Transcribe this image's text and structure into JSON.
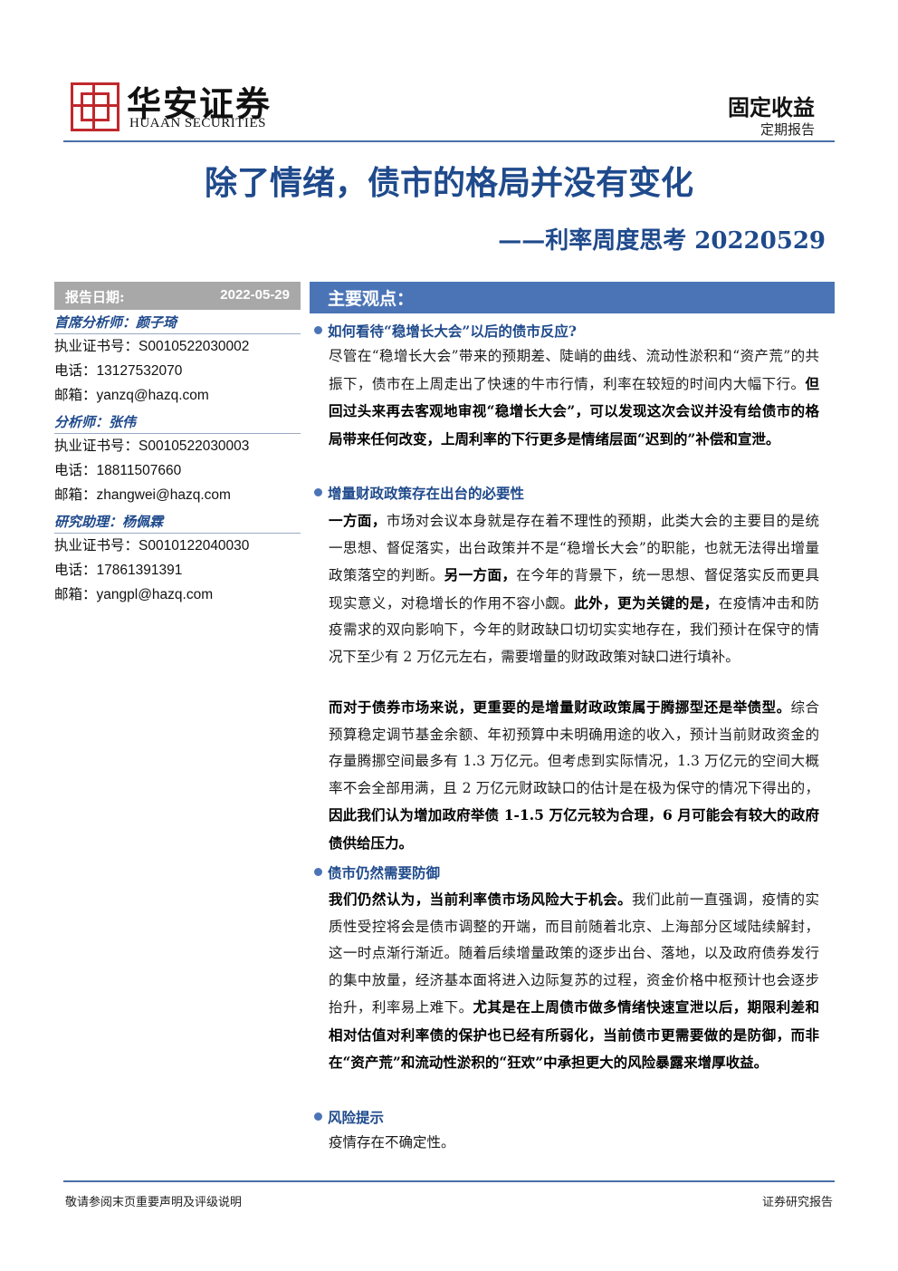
{
  "header": {
    "logo_cn": "华安证券",
    "logo_en": "HUAAN SECURITIES",
    "report_type": "固定收益",
    "report_kind": "定期报告"
  },
  "title": {
    "main": "除了情绪，债市的格局并没有变化",
    "sub": "——利率周度思考 20220529"
  },
  "sidebar": {
    "date_label": "报告日期:",
    "date_value": "2022-05-29",
    "analysts": [
      {
        "role": "首席分析师：颜子琦",
        "cert_label": "执业证书号：",
        "cert": "S0010522030002",
        "phone_label": "电话：",
        "phone": "13127532070",
        "email_label": "邮箱：",
        "email": "yanzq@hazq.com"
      },
      {
        "role": "分析师：张伟",
        "cert_label": "执业证书号：",
        "cert": "S0010522030003",
        "phone_label": "电话：",
        "phone": "18811507660",
        "email_label": "邮箱：",
        "email": "zhangwei@hazq.com"
      },
      {
        "role": "研究助理：杨佩霖",
        "cert_label": "执业证书号：",
        "cert": "S0010122040030",
        "phone_label": "电话：",
        "phone": "17861391391",
        "email_label": "邮箱：",
        "email": "yangpl@hazq.com"
      }
    ]
  },
  "main": {
    "section_title": "主要观点：",
    "points": [
      {
        "heading": "如何看待“稳增长大会”以后的债市反应?",
        "paragraphs": [
          [
            {
              "t": "尽管在“稳增长大会”带来的预期差、陡峭的曲线、流动性淤积和“资产荒”的共振下，债市在上周走出了快速的牛市行情，利率在较短的时间内大幅下行。",
              "b": false
            },
            {
              "t": "但回过头来再去客观地审视“稳增长大会”，可以发现这次会议并没有给债市的格局带来任何改变，上周利率的下行更多是情绪层面“迟到的”补偿和宣泄。",
              "b": true
            }
          ]
        ]
      },
      {
        "heading": "增量财政政策存在出台的必要性",
        "paragraphs": [
          [
            {
              "t": "一方面，",
              "b": true
            },
            {
              "t": "市场对会议本身就是存在着不理性的预期，此类大会的主要目的是统一思想、督促落实，出台政策并不是“稳增长大会”的职能，也就无法得出增量政策落空的判断。",
              "b": false
            },
            {
              "t": "另一方面，",
              "b": true
            },
            {
              "t": "在今年的背景下，统一思想、督促落实反而更具现实意义，对稳增长的作用不容小觑。",
              "b": false
            },
            {
              "t": "此外，更为关键的是，",
              "b": true
            },
            {
              "t": "在疫情冲击和防疫需求的双向影响下，今年的财政缺口切切实实地存在，我们预计在保守的情况下至少有 2 万亿元左右，需要增量的财政政策对缺口进行填补。",
              "b": false
            }
          ],
          [
            {
              "t": "而对于债券市场来说，更重要的是增量财政政策属于腾挪型还是举债型。",
              "b": true
            },
            {
              "t": "综合预算稳定调节基金余额、年初预算中未明确用途的收入，预计当前财政资金的存量腾挪空间最多有 1.3 万亿元。但考虑到实际情况，1.3 万亿元的空间大概率不会全部用满，且 2 万亿元财政缺口的估计是在极为保守的情况下得出的，",
              "b": false
            },
            {
              "t": "因此我们认为增加政府举债 1-1.5 万亿元较为合理，6 月可能会有较大的政府债供给压力。",
              "b": true
            }
          ]
        ]
      },
      {
        "heading": "债市仍然需要防御",
        "paragraphs": [
          [
            {
              "t": "我们仍然认为，当前利率债市场风险大于机会。",
              "b": true
            },
            {
              "t": "我们此前一直强调，疫情的实质性受控将会是债市调整的开端，而目前随着北京、上海部分区域陆续解封，这一时点渐行渐近。随着后续增量政策的逐步出台、落地，以及政府债券发行的集中放量，经济基本面将进入边际复苏的过程，资金价格中枢预计也会逐步抬升，利率易上难下。",
              "b": false
            },
            {
              "t": "尤其是在上周债市做多情绪快速宣泄以后，期限利差和相对估值对利率债的保护也已经有所弱化，当前债市更需要做的是防御，而非在“资产荒”和流动性淤积的“狂欢”中承担更大的风险暴露来增厚收益。",
              "b": true
            }
          ]
        ]
      },
      {
        "heading": "风险提示",
        "paragraphs": [
          [
            {
              "t": "疫情存在不确定性。",
              "b": false
            }
          ]
        ]
      }
    ]
  },
  "footer": {
    "left": "敬请参阅末页重要声明及评级说明",
    "right": "证券研究报告"
  },
  "colors": {
    "brand_red": "#c0282d",
    "title_blue": "#1f4a8c",
    "bar_blue": "#4a74b6",
    "date_gray": "#a8a8a8"
  }
}
